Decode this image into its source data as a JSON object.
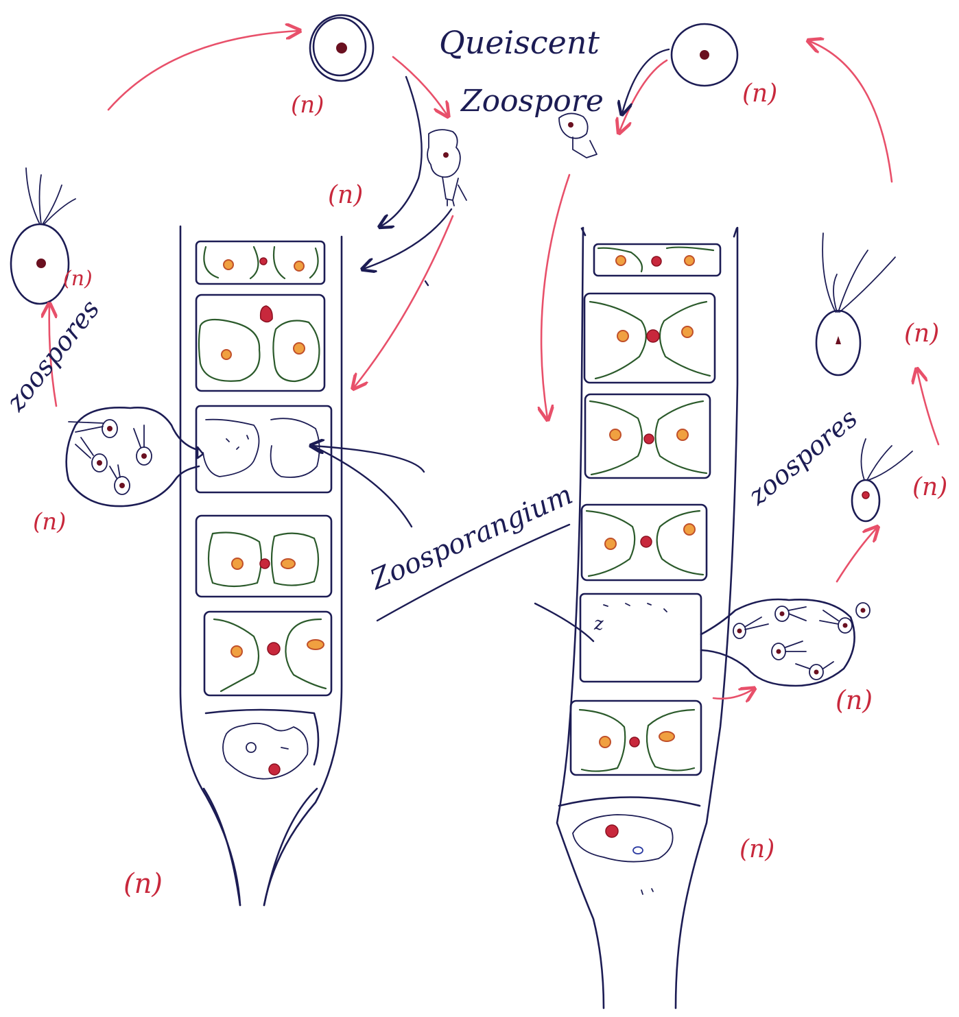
{
  "labels": {
    "quiescent_line1": "Queiscent",
    "quiescent_line2": "Zoospore",
    "zoospores_left": "zoospores",
    "zoospores_right": "zoospores",
    "zoosporangium": "Zoosporangium",
    "z_mark": "z",
    "ploidy": "(n)"
  },
  "colors": {
    "ink": "#1c1c54",
    "arrow": "#e8506a",
    "ploidy_label": "#c8283c",
    "pyrenoid": "#f0a040",
    "nucleus": "#c8283c",
    "chloroplast": "#2b5a2b"
  }
}
